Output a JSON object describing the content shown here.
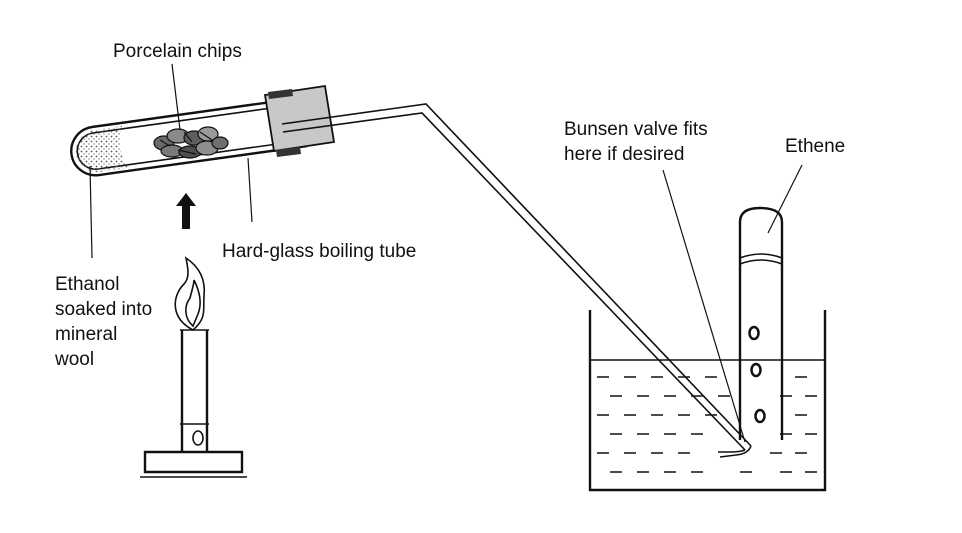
{
  "labels": {
    "porcelain_chips": "Porcelain chips",
    "hard_glass_tube": "Hard-glass boiling tube",
    "ethanol_line1": "Ethanol",
    "ethanol_line2": "soaked into",
    "ethanol_line3": "mineral",
    "ethanol_line4": "wool",
    "bunsen_valve_line1": "Bunsen valve fits",
    "bunsen_valve_line2": "here if desired",
    "ethene": "Ethene"
  },
  "colors": {
    "ink": "#111111",
    "background": "#ffffff",
    "stopper": "#c8c8c8",
    "mineral_wool": "#9a9a9a"
  },
  "icons": {
    "heat_arrow": "up-arrow-icon",
    "burner": "bunsen-burner-icon"
  }
}
